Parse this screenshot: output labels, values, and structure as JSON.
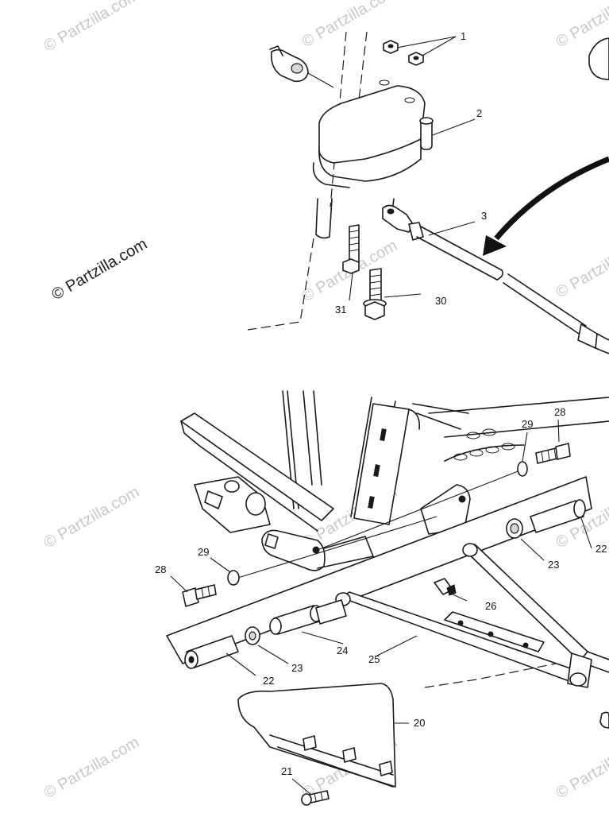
{
  "watermark": {
    "main_text": "© Partzilla.com",
    "faint_text": "© Partzilla.com"
  },
  "callouts": [
    "1",
    "2",
    "3",
    "30",
    "31",
    "29",
    "28",
    "29",
    "28",
    "22",
    "23",
    "26",
    "24",
    "25",
    "23",
    "22",
    "20",
    "21"
  ]
}
